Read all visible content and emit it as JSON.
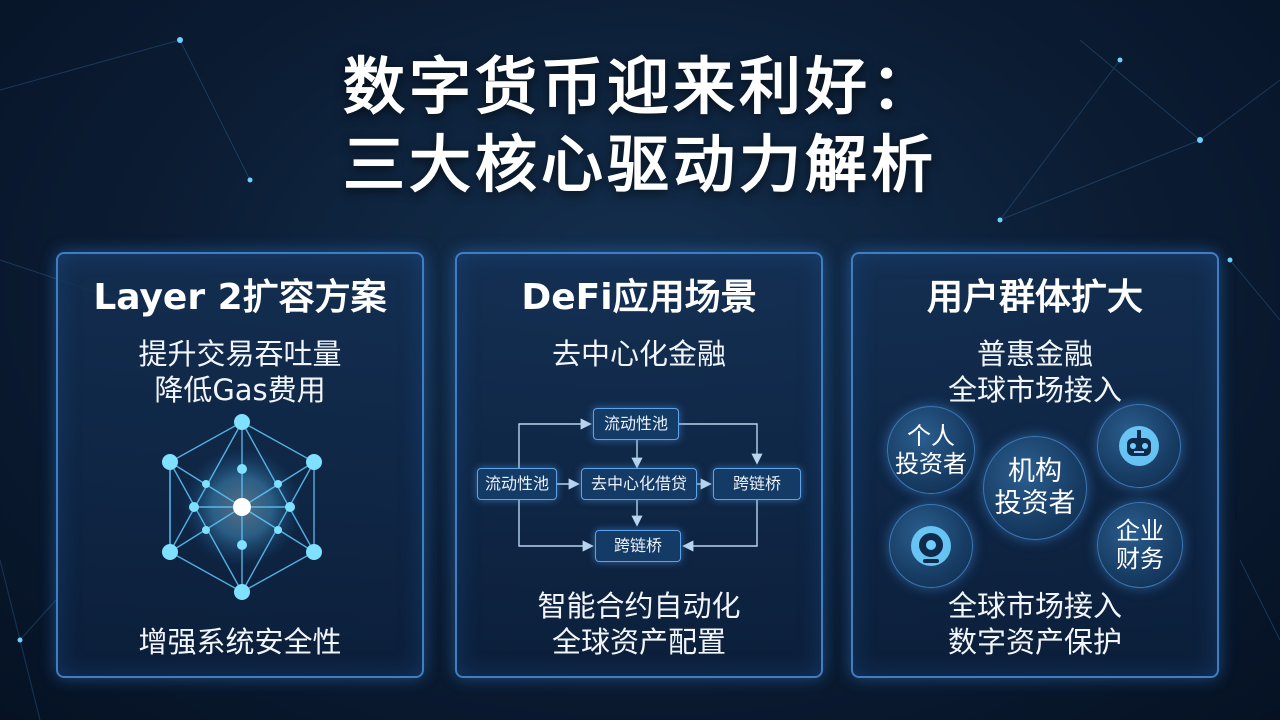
{
  "title": {
    "line1": "数字货币迎来利好：",
    "line2": "三大核心驱动力解析"
  },
  "cards": [
    {
      "title": "Layer 2扩容方案",
      "lines": [
        "提升交易吞吐量",
        "降低Gas费用"
      ],
      "footer": "增强系统安全性",
      "icon": "hexagon-network-icon"
    },
    {
      "title": "DeFi应用场景",
      "subtitle": "去中心化金融",
      "flow": {
        "top": "流动性池",
        "left": "流动性池",
        "center": "去中心化借贷",
        "right": "跨链桥",
        "bottom": "跨链桥"
      },
      "footer": [
        "智能合约自动化",
        "全球资产配置"
      ]
    },
    {
      "title": "用户群体扩大",
      "lines": [
        "普惠金融",
        "全球市场接入"
      ],
      "bubbles": {
        "individual": [
          "个人",
          "投资者"
        ],
        "institution": [
          "机构",
          "投资者"
        ],
        "enterprise": [
          "企业",
          "财务"
        ],
        "robot_icon": "robot-icon",
        "mascot_icon": "robot-face-icon"
      },
      "footer": [
        "全球市场接入",
        "数字资产保护"
      ]
    }
  ],
  "colors": {
    "accent": "#3f7ec4",
    "glow": "#5fc8ff",
    "background": "#0b1c33"
  }
}
